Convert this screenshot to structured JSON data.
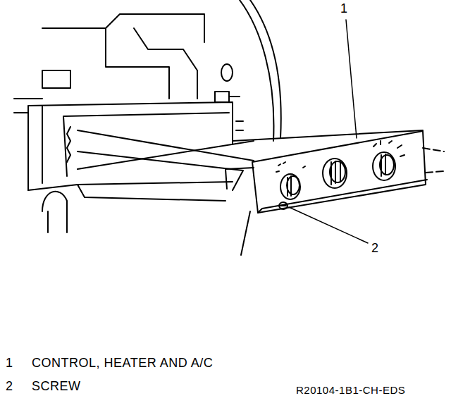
{
  "diagram": {
    "labels": [
      "1",
      "2",
      "1",
      "CONTROL, HEATER AND A/C",
      "2",
      "SCREW",
      "R20104-1B1-CH-EDS"
    ]
  }
}
